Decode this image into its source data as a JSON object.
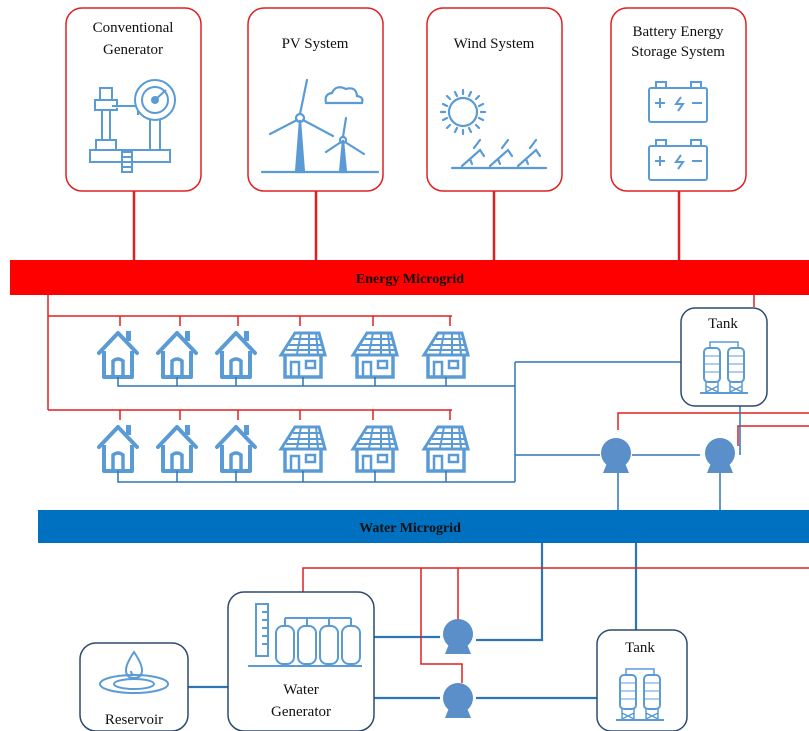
{
  "sources": [
    {
      "label_lines": [
        "Conventional",
        "Generator"
      ],
      "icon": "conventional-generator-icon"
    },
    {
      "label_lines": [
        "PV System"
      ],
      "icon": "wind-turbine-icon"
    },
    {
      "label_lines": [
        "Wind System"
      ],
      "icon": "solar-panel-icon"
    },
    {
      "label_lines": [
        "Battery Energy",
        "Storage System"
      ],
      "icon": "battery-icon"
    }
  ],
  "energy_bus": {
    "label": "Energy Microgrid",
    "color": "#ff0000"
  },
  "water_bus": {
    "label": "Water Microgrid",
    "color": "#0070c0"
  },
  "tanks": {
    "upper": "Tank",
    "lower": "Tank"
  },
  "reservoir": {
    "label": "Reservoir"
  },
  "water_generator": {
    "label_lines": [
      "Water",
      "Generator"
    ]
  },
  "colors": {
    "energy_line": "#e02020",
    "water_line": "#2e75b6",
    "icon_blue": "#5b9bd5",
    "pump_fill": "#5b8fc9",
    "box_red": "#e02020",
    "box_blue": "#2e4a6e"
  },
  "houses": {
    "rows": 2,
    "per_row": [
      "house-icon",
      "house-icon",
      "house-icon",
      "solar-house-icon",
      "solar-house-icon",
      "solar-house-icon"
    ]
  }
}
